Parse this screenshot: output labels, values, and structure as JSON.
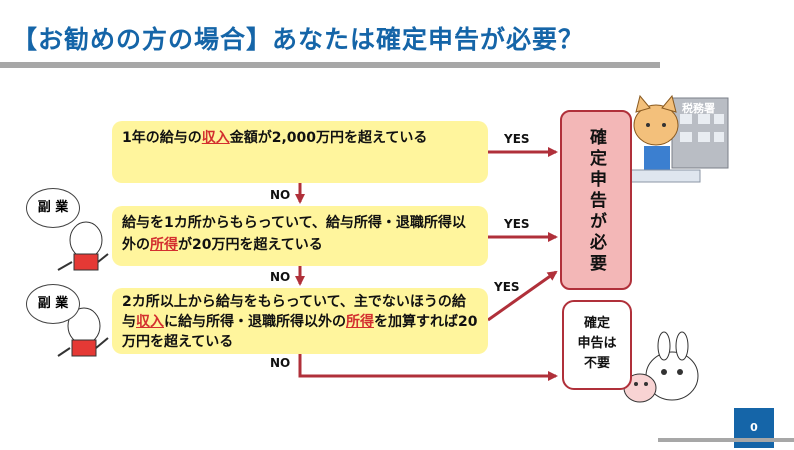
{
  "title": "【お勧めの方の場合】あなたは確定申告が必要？",
  "questions": {
    "q1": {
      "pre": "1年の給与の",
      "hl": "収入",
      "post": "金額が2,000万円を超えている"
    },
    "q2": {
      "pre": "給与を1カ所からもらっていて、給与所得・退職所得以外の",
      "hl": "所得",
      "post": "が20万円を超えている"
    },
    "q3": {
      "pre": "2カ所以上から給与をもらっていて、主でないほうの給与",
      "hl1": "収入",
      "mid": "に給与所得・退職所得以外の",
      "hl2": "所得",
      "post": "を加算すれば20万円を超えている"
    }
  },
  "labels": {
    "yes": "YES",
    "no": "NO"
  },
  "results": {
    "required": "確定申告が必要",
    "not_required_lines": [
      "確定",
      "申告は",
      "不要"
    ]
  },
  "side_bubbles": [
    "副 業",
    "副 業"
  ],
  "office_sign": "税務署",
  "page_number": "0",
  "colors": {
    "title": "#1565a8",
    "question_bg": "#fff59d",
    "arrow": "#b0303a",
    "result_bg": "#f3b7b7",
    "highlight": "#d32f2f"
  }
}
